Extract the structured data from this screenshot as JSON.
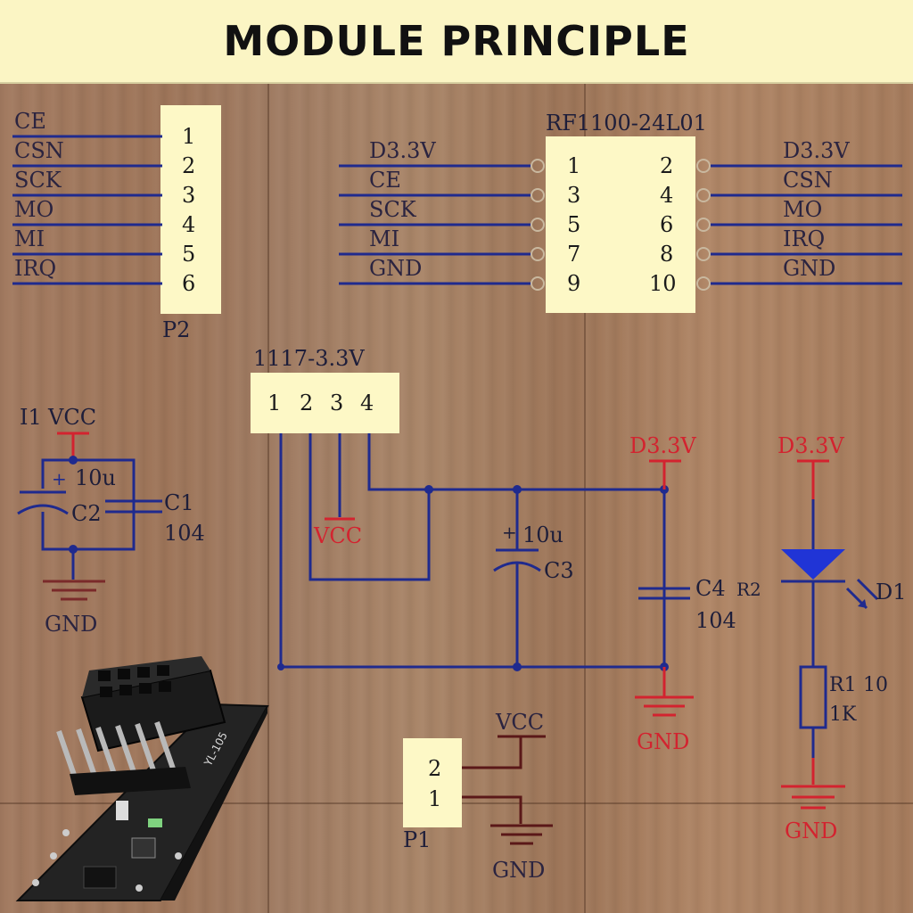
{
  "title": "MODULE PRINCIPLE",
  "p2": {
    "name": "P2",
    "pins": [
      "1",
      "2",
      "3",
      "4",
      "5",
      "6"
    ],
    "signals": [
      "CE",
      "CSN",
      "SCK",
      "MO",
      "MI",
      "IRQ"
    ]
  },
  "rf": {
    "name": "RF1100-24L01",
    "left_pins": [
      "1",
      "3",
      "5",
      "7",
      "9"
    ],
    "right_pins": [
      "2",
      "4",
      "6",
      "8",
      "10"
    ],
    "left_signals": [
      "D3.3V",
      "CE",
      "SCK",
      "MI",
      "GND"
    ],
    "right_signals": [
      "D3.3V",
      "CSN",
      "MO",
      "IRQ",
      "GND"
    ]
  },
  "regulator": {
    "name": "1117-3.3V",
    "pins": [
      "1",
      "2",
      "3",
      "4"
    ]
  },
  "left_power": {
    "vcc": "VCC",
    "ref": "I1",
    "c2_value": "10u",
    "c2_name": "C2",
    "c1_name": "C1",
    "c1_value": "104",
    "gnd": "GND"
  },
  "center": {
    "vcc": "VCC",
    "c3_value": "10u",
    "c3_name": "C3"
  },
  "right_cap": {
    "rail": "D3.3V",
    "c4_name": "C4",
    "r2": "R2",
    "c4_value": "104",
    "gnd": "GND"
  },
  "led": {
    "rail": "D3.3V",
    "d_name": "D1",
    "r_name": "R1",
    "r_extra": "10",
    "r_value": "1K",
    "gnd": "GND"
  },
  "p1": {
    "name": "P1",
    "pins": [
      "2",
      "1"
    ],
    "vcc": "VCC",
    "gnd": "GND"
  },
  "module_silk": "YL-105",
  "colors": {
    "wire": "#1f2a8e",
    "power_symbol": "#d3232f",
    "chip_fill": "#fdf8c6",
    "title_bg": "#fbf5c4",
    "wood": "#a27a60"
  }
}
